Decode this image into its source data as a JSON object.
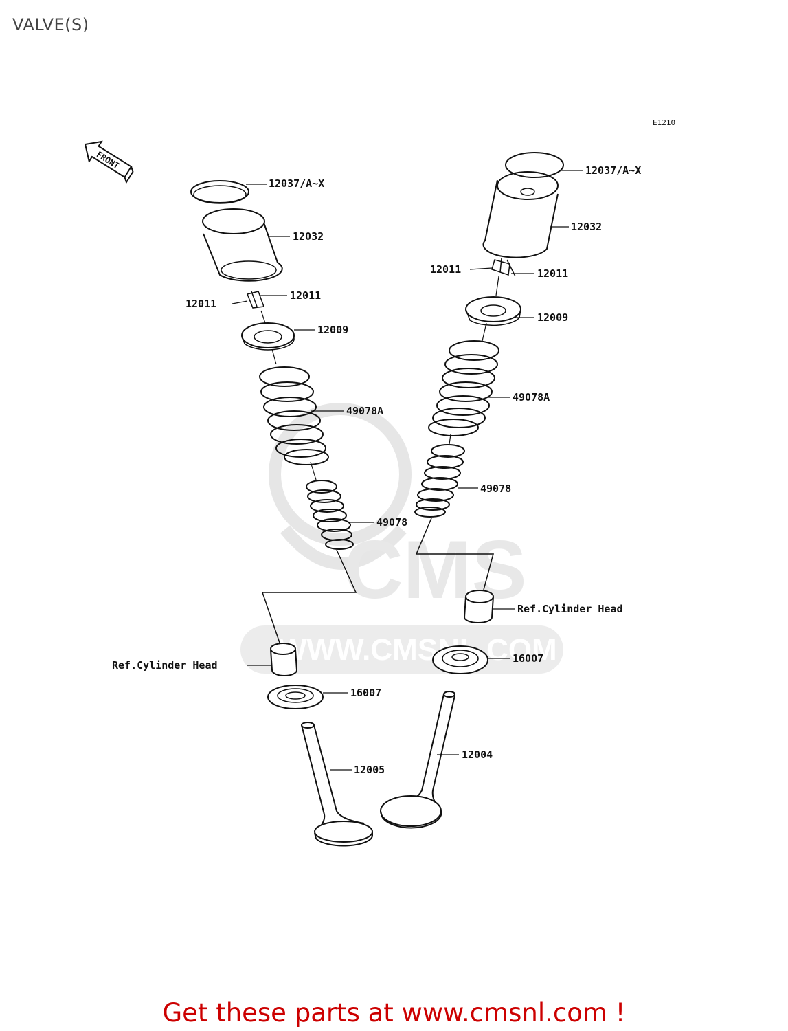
{
  "page": {
    "title": "VALVE(S)",
    "diagram_id": "E1210"
  },
  "front_marker": "FRONT",
  "watermark": {
    "brand": "CMS",
    "url": "WWW.CMSNL.COM"
  },
  "callouts": {
    "left_tappet_shim": "12037/A~X",
    "left_tappet": "12032",
    "left_collet_a": "12011",
    "left_collet_b": "12011",
    "left_retainer": "12009",
    "left_outer_spring": "49078A",
    "left_inner_spring": "49078",
    "left_ref": "Ref.Cylinder Head",
    "left_seal": "16007",
    "left_valve": "12005",
    "right_tappet_shim": "12037/A~X",
    "right_tappet": "12032",
    "right_collet_a": "12011",
    "right_collet_b": "12011",
    "right_retainer": "12009",
    "right_outer_spring": "49078A",
    "right_inner_spring": "49078",
    "right_ref": "Ref.Cylinder Head",
    "right_seal": "16007",
    "right_valve": "12004"
  },
  "footer": {
    "text": "Get these parts at www.cmsnl.com !",
    "color": "#cc0000"
  }
}
